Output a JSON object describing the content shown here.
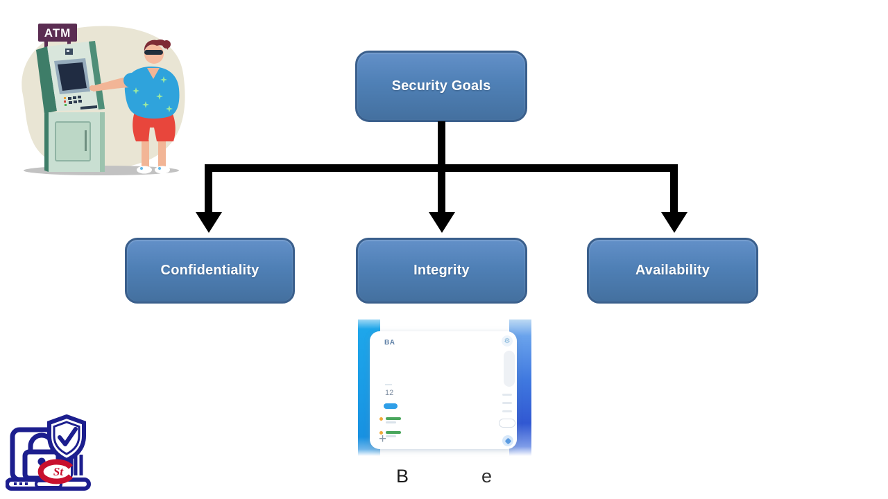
{
  "slide": {
    "background": "#ffffff",
    "diagram": {
      "type": "flowchart",
      "root": {
        "label": "Security Goals"
      },
      "children": [
        {
          "label": "Confidentiality"
        },
        {
          "label": "Integrity"
        },
        {
          "label": "Availability"
        }
      ],
      "edges": [
        [
          "Security Goals",
          "Confidentiality"
        ],
        [
          "Security Goals",
          "Integrity"
        ],
        [
          "Security Goals",
          "Availability"
        ]
      ],
      "colors": {
        "node_fill": "#4F80B6",
        "node_border": "#3A5F8C",
        "node_text": "#FFFFFF",
        "connector": "#000000"
      }
    },
    "atm_illustration": {
      "sign_label": "ATM",
      "colors": {
        "sign": "#5B2D52",
        "machine_face": "#D9E6DC",
        "machine_dark": "#3E7D68",
        "background_blob": "#E9E5D4",
        "shirt": "#2FA3DC",
        "shorts": "#E8463C",
        "skin": "#F5BA9E",
        "hair": "#7E2B35"
      }
    },
    "phone_screenshot": {
      "header_text": "BA",
      "amount_text": "12",
      "plus_label": "+",
      "settings_icon": "⚙",
      "caption": {
        "visible_first": "B",
        "visible_last": "e"
      },
      "colors": {
        "band_left": "#1A9CE6",
        "band_right": "#3158D2",
        "accent_pill": "#2F9FE8",
        "dot_orange": "#F0A838",
        "bar_green": "#49A65C"
      }
    },
    "logo": {
      "monogram": "St",
      "colors": {
        "outline": "#1C1E8E",
        "red": "#C8102E"
      }
    }
  }
}
